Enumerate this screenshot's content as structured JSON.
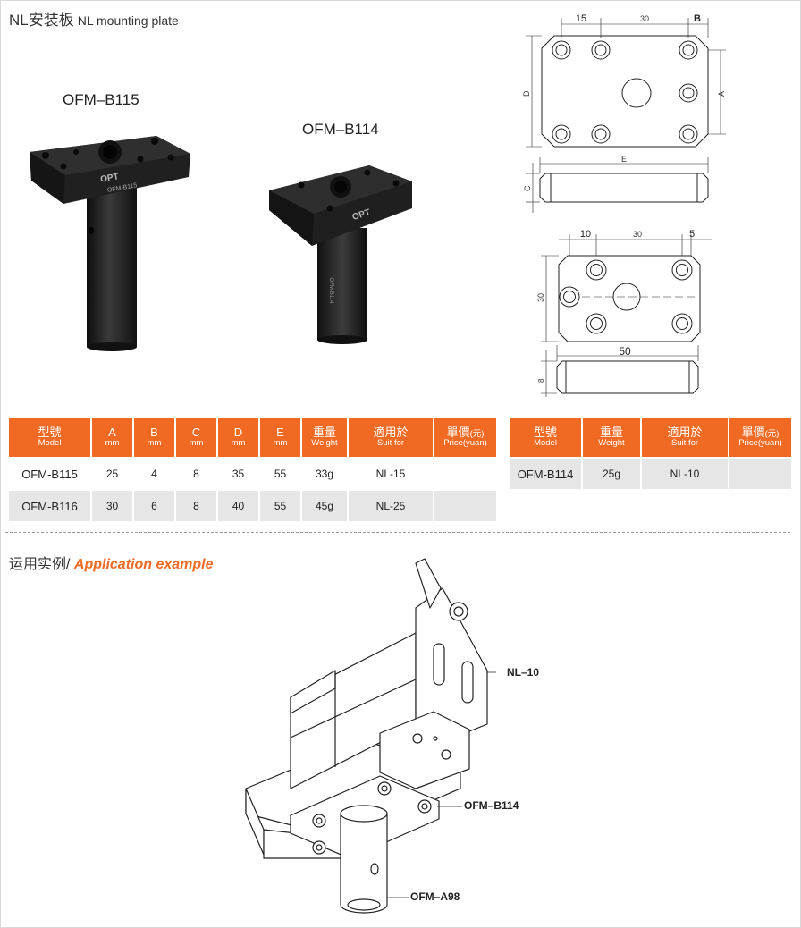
{
  "header": {
    "title_zh": "NL安装板",
    "title_en": "NL mounting plate"
  },
  "products": {
    "b115_label": "OFM–B115",
    "b114_label": "OFM–B114"
  },
  "engraving": {
    "brand": "OPT",
    "b115": "OFM-B115",
    "b114": "OFM-B114"
  },
  "drawing_top": {
    "dim_15": "15",
    "dim_30": "30",
    "dim_b": "B",
    "dim_d": "D",
    "dim_a": "A",
    "dim_e": "E",
    "dim_c": "C"
  },
  "drawing_bottom": {
    "dim_10": "10",
    "dim_30": "30",
    "dim_5": "5",
    "dim_30v": "30",
    "dim_50": "50",
    "dim_8": "8"
  },
  "table1": {
    "headers": [
      {
        "zh": "型號",
        "en": "Model"
      },
      {
        "zh": "A",
        "en": "mm"
      },
      {
        "zh": "B",
        "en": "mm"
      },
      {
        "zh": "C",
        "en": "mm"
      },
      {
        "zh": "D",
        "en": "mm"
      },
      {
        "zh": "E",
        "en": "mm"
      },
      {
        "zh": "重量",
        "en": "Weight"
      },
      {
        "zh": "適用於",
        "en": "Suit for"
      },
      {
        "zh": "單價",
        "zh_small": "(元)",
        "en": "Price(yuan)"
      }
    ],
    "rows": [
      [
        "OFM-B115",
        "25",
        "4",
        "8",
        "35",
        "55",
        "33g",
        "NL-15",
        ""
      ],
      [
        "OFM-B116",
        "30",
        "6",
        "8",
        "40",
        "55",
        "45g",
        "NL-25",
        ""
      ]
    ]
  },
  "table2": {
    "headers": [
      {
        "zh": "型號",
        "en": "Model"
      },
      {
        "zh": "重量",
        "en": "Weight"
      },
      {
        "zh": "適用於",
        "en": "Suit for"
      },
      {
        "zh": "單價",
        "zh_small": "(元)",
        "en": "Price(yuan)"
      }
    ],
    "rows": [
      [
        "OFM-B114",
        "25g",
        "NL-10",
        ""
      ]
    ]
  },
  "application": {
    "title_zh": "运用实例/",
    "title_en": "Application example",
    "callouts": {
      "nl10": "NL–10",
      "b114": "OFM–B114",
      "a98": "OFM–A98"
    }
  },
  "colors": {
    "accent": "#f06a24",
    "row_alt": "#e6e6e6",
    "metal": "#1c1c1c"
  }
}
